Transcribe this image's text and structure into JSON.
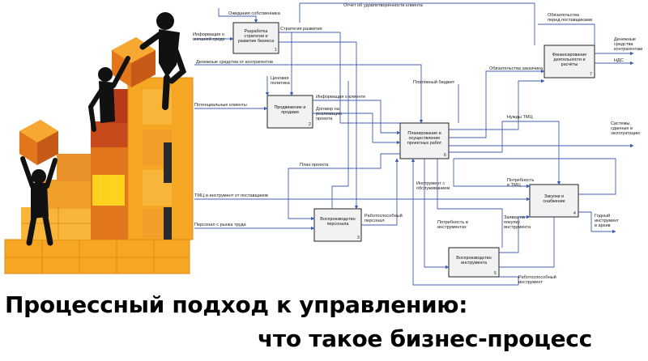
{
  "headline": {
    "line1": "Процессный подход к управлению:",
    "line2": "что такое бизнес-процесс"
  },
  "colors": {
    "block_orange": "#F5A623",
    "block_dark_orange": "#E2761B",
    "block_red": "#B83A17",
    "block_yellow": "#FFD21F",
    "figure": "#111111",
    "flow_blue": "#3F5FB5",
    "box_fill": "#F2F2F2"
  },
  "diagram": {
    "boxes": [
      {
        "id": "box-1",
        "label": [
          "Разработка",
          "стратегии и",
          "развитие бизнеса"
        ],
        "num": "1"
      },
      {
        "id": "box-2",
        "label": [
          "Продвижение и",
          "продажи"
        ],
        "num": "2"
      },
      {
        "id": "box-3",
        "label": [
          "Воспроизводство",
          "персонала"
        ],
        "num": "3"
      },
      {
        "id": "box-4",
        "label": [
          "Закупки и",
          "снабжение"
        ],
        "num": "4"
      },
      {
        "id": "box-5",
        "label": [
          "Воспроизводство",
          "инструмента"
        ],
        "num": "5"
      },
      {
        "id": "box-6",
        "label": [
          "Планирование и",
          "осуществление",
          "проектных работ"
        ],
        "num": "6"
      },
      {
        "id": "box-7",
        "label": [
          "Финансирование",
          "деятельности и",
          "расчёты"
        ],
        "num": "7"
      }
    ],
    "inputs": {
      "external_info": [
        "Информация о",
        "внешней среде"
      ],
      "money_from_clients": "Денежные средства от контрагентов",
      "potential_clients": "Потенциальные клиенты",
      "tmc_tools_suppliers": "ТМЦ и инструмент от поставщиков",
      "labor_market": "Персонал с рынка труда"
    },
    "outputs": {
      "money_to_counterparties": [
        "Денежные",
        "средства",
        "контрагентам"
      ],
      "vat": "НДС",
      "systems_to_clients": [
        "Системы,",
        "сданные в",
        "эксплуатацию"
      ],
      "tools_to_archive": [
        "Годный",
        "инструмент",
        "в архив"
      ]
    },
    "flows": {
      "owner_expectations": "Ожидания собственника",
      "report_efficiency": "Отчёт об удовлетворённости клиента",
      "strategy": "Стратегия развития",
      "price_policy": [
        "Ценовая",
        "политика"
      ],
      "info_clients": "Информация о клиенте",
      "contract_for_project": [
        "Договор на",
        "реализацию",
        "проекта"
      ],
      "payment_budget": "Платёжный бюджет",
      "client_obligations": "Обязательства заказчика",
      "supplier_obligations": [
        "Обязательства",
        "перед поставщиками"
      ],
      "tmc_needs": "Нужды ТМЦ",
      "project_plan": "План проекта",
      "capable_staff": [
        "Работоспособный",
        "персонал"
      ],
      "tool_and_service": [
        "Инструмент с",
        "обслуживанием"
      ],
      "tool_needs": [
        "Потребность в",
        "инструментах"
      ],
      "tmc_request": [
        "Потребность",
        "в ТМЦ"
      ],
      "purchase_request": [
        "Заявка на",
        "покупку",
        "инструмента"
      ],
      "capable_tool": [
        "Работоспособный",
        "инструмент"
      ]
    }
  }
}
